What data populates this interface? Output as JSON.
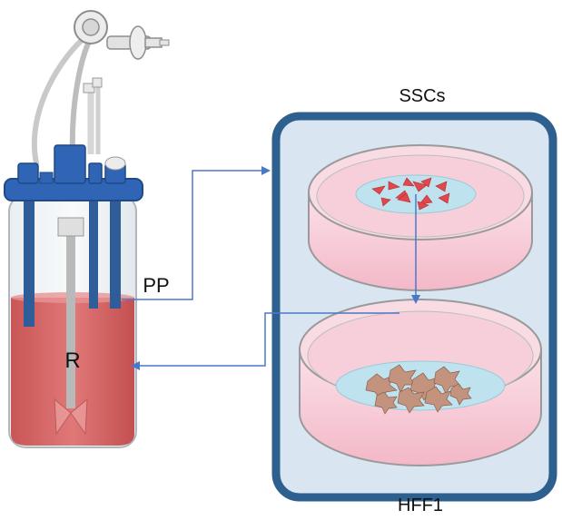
{
  "labels": {
    "top_dish": "SSCs",
    "bottom_dish": "HFF1",
    "connection": "PP",
    "reactor": "R"
  },
  "colors": {
    "arrow": "#4a78c8",
    "lid": "#2f65b4",
    "medium": "#d96a6a",
    "chamber_frame": "#2d5f8f",
    "chamber_fill": "#d9e6f2",
    "dish_pink": "#f7c9d6",
    "gel": "#bfe3ee",
    "ssc_cells": "#e0484c",
    "fibroblasts": "#c4937e"
  },
  "icons": [
    "bioreactor-vessel",
    "syringe-filter",
    "transwell-chamber",
    "petri-dish"
  ]
}
